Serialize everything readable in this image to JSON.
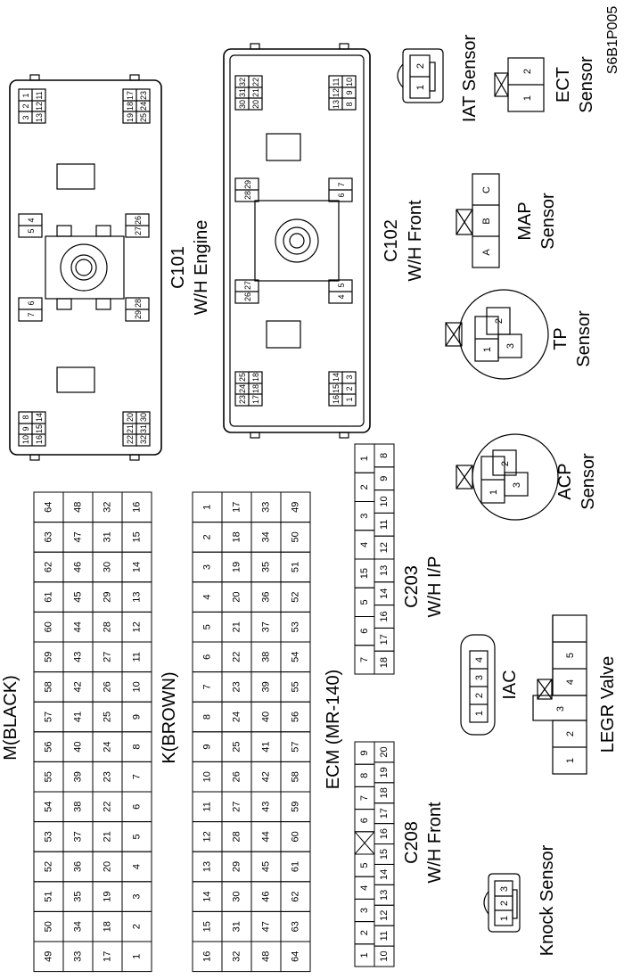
{
  "figure_id": "S6B1P005",
  "m_connector": {
    "label": "M(BLACK)",
    "rows": [
      [
        "64",
        "63",
        "62",
        "61",
        "60",
        "59",
        "58",
        "57",
        "56",
        "55",
        "54",
        "53",
        "52",
        "51",
        "50",
        "49"
      ],
      [
        "48",
        "47",
        "46",
        "45",
        "44",
        "43",
        "42",
        "41",
        "40",
        "39",
        "38",
        "37",
        "36",
        "35",
        "34",
        "33"
      ],
      [
        "32",
        "31",
        "30",
        "29",
        "28",
        "27",
        "26",
        "25",
        "24",
        "23",
        "22",
        "21",
        "20",
        "19",
        "18",
        "17"
      ],
      [
        "16",
        "15",
        "14",
        "13",
        "12",
        "11",
        "10",
        "9",
        "8",
        "7",
        "6",
        "5",
        "4",
        "3",
        "2",
        "1"
      ]
    ]
  },
  "k_connector": {
    "label": "K(BROWN)",
    "rows": [
      [
        "1",
        "2",
        "3",
        "4",
        "5",
        "6",
        "7",
        "8",
        "9",
        "10",
        "11",
        "12",
        "13",
        "14",
        "15",
        "16"
      ],
      [
        "17",
        "18",
        "19",
        "20",
        "21",
        "22",
        "23",
        "24",
        "25",
        "26",
        "27",
        "28",
        "29",
        "30",
        "31",
        "32"
      ],
      [
        "33",
        "34",
        "35",
        "36",
        "37",
        "38",
        "39",
        "40",
        "41",
        "42",
        "43",
        "44",
        "45",
        "46",
        "47",
        "48"
      ],
      [
        "49",
        "50",
        "51",
        "52",
        "53",
        "54",
        "55",
        "56",
        "57",
        "58",
        "59",
        "60",
        "61",
        "62",
        "63",
        "64"
      ]
    ]
  },
  "ecm_label": "ECM (MR-140)",
  "c208": {
    "label_1": "C208",
    "label_2": "W/H Front",
    "row1": [
      "1",
      "2",
      "3",
      "4",
      "5",
      "",
      "6",
      "7",
      "8",
      "9"
    ],
    "row2": [
      "10",
      "11",
      "12",
      "13",
      "14",
      "15",
      "16",
      "17",
      "18",
      "19",
      "20"
    ]
  },
  "c203": {
    "label_1": "C203",
    "label_2": "W/H I/P",
    "row1": [
      "7",
      "6",
      "5",
      "15",
      "4",
      "3",
      "2",
      "1"
    ],
    "row2": [
      "18",
      "17",
      "16",
      "14",
      "13",
      "12",
      "11",
      "10",
      "9",
      "8"
    ]
  },
  "c101": {
    "label_1": "C101",
    "label_2": "W/H Engine",
    "p1": "1",
    "p2": "2",
    "p3": "3",
    "p4": "4",
    "p5": "5",
    "p6": "6",
    "p7": "7",
    "p8": "8",
    "p9": "9",
    "p10": "10",
    "p11": "11",
    "p12": "12",
    "p13": "13",
    "p14": "14",
    "p15": "15",
    "p16": "16",
    "p17": "17",
    "p18": "18",
    "p19": "19",
    "p20": "20",
    "p21": "21",
    "p22": "22",
    "p23": "23",
    "p24": "24",
    "p25": "25",
    "p26": "26",
    "p27": "27",
    "p28": "28",
    "p29": "29",
    "p30": "30",
    "p31": "31",
    "p32": "32"
  },
  "c102": {
    "label_1": "C102",
    "label_2": "W/H Front",
    "p1": "1",
    "p2": "2",
    "p3": "3",
    "p4": "4",
    "p5": "5",
    "p6": "6",
    "p7": "7",
    "p8": "8",
    "p9": "9",
    "p10": "10",
    "p11": "11",
    "p12": "12",
    "p13": "13",
    "p14": "14",
    "p15": "15",
    "p16": "16",
    "p17": "17",
    "p18": "18",
    "p20": "20",
    "p21": "21",
    "p22": "22",
    "p23": "23",
    "p24": "24",
    "p25": "25",
    "p26": "26",
    "p27": "27",
    "p28": "28",
    "p29": "29",
    "p30": "30",
    "p31": "31",
    "p32": "32"
  },
  "iat_sensor": {
    "label": "IAT Sensor",
    "p1": "1",
    "p2": "2"
  },
  "ect_sensor": {
    "label_1": "ECT",
    "label_2": "Sensor",
    "p1": "1",
    "p2": "2"
  },
  "map_sensor": {
    "label_1": "MAP",
    "label_2": "Sensor",
    "pa": "A",
    "pb": "B",
    "pc": "C"
  },
  "tp_sensor": {
    "label_1": "TP",
    "label_2": "Sensor",
    "p1": "1",
    "p2": "2",
    "p3": "3"
  },
  "acp_sensor": {
    "label_1": "ACP",
    "label_2": "Sensor",
    "p1": "1",
    "p2": "2",
    "p3": "3"
  },
  "iac": {
    "label": "IAC",
    "p1": "1",
    "p2": "2",
    "p3": "3",
    "p4": "4"
  },
  "legr_valve": {
    "label": "LEGR Valve",
    "p1": "1",
    "p2": "2",
    "p3": "3",
    "p4": "4",
    "p5": "5"
  },
  "knock_sensor": {
    "label": "Knock Sensor",
    "p1": "1",
    "p2": "2",
    "p3": "3"
  }
}
